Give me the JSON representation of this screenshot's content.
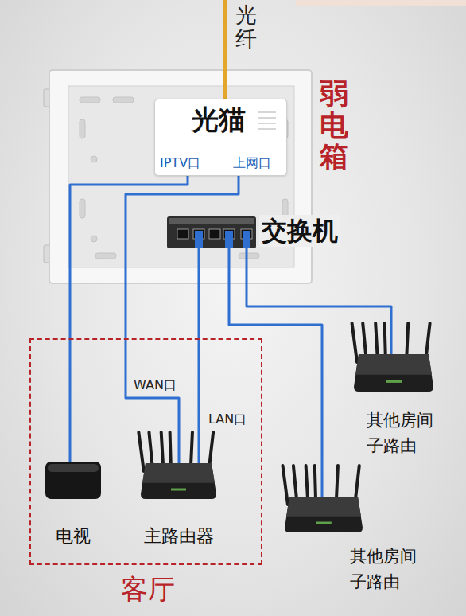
{
  "diagram": {
    "nodes": [
      {
        "text": [
          "弱电箱"
        ]
      },
      {
        "text": [
          "光猫",
          "IPTV口",
          "上网口"
        ],
        "in": 0
      },
      {
        "text": [
          "交换机"
        ],
        "in": 0
      },
      {
        "text": [
          "客厅"
        ]
      },
      {
        "text": [
          "电视"
        ],
        "in": 3
      },
      {
        "text": [
          "主路由器"
        ],
        "in": 3
      },
      {
        "text": [
          "其他房间子路由"
        ]
      },
      {
        "text": [
          "其他房间子路由"
        ]
      }
    ],
    "edges": [
      {
        "from": 1,
        "to": 4,
        "arrow": "none"
      },
      {
        "from": 1,
        "to": 5,
        "arrow": "none"
      },
      {
        "from": 2,
        "to": 5,
        "arrow": "none"
      },
      {
        "from": 2,
        "to": 6,
        "arrow": "none"
      },
      {
        "from": 2,
        "to": 7,
        "arrow": "none"
      }
    ],
    "labels": [
      "光纤",
      "WAN口",
      "LAN口"
    ]
  }
}
